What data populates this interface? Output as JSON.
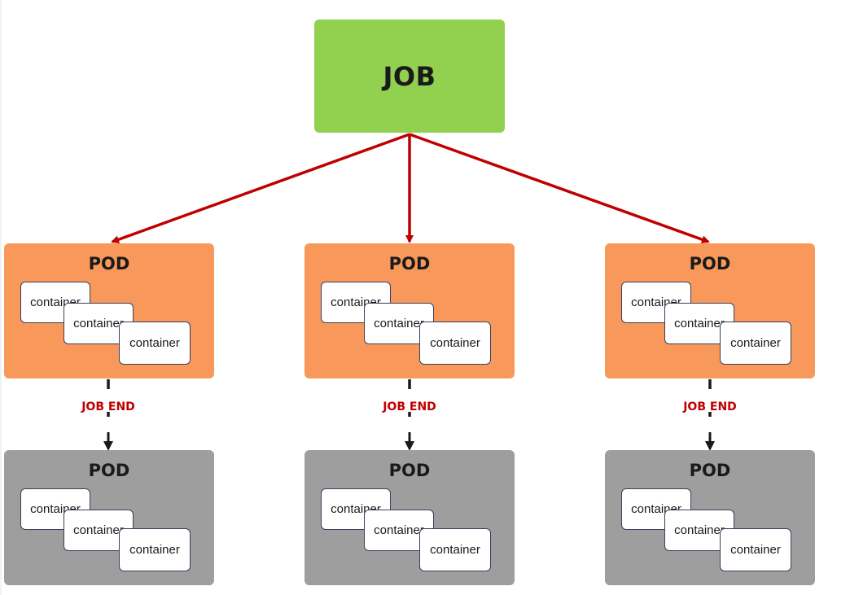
{
  "job": {
    "label": "JOB"
  },
  "columns": [
    {
      "running_pod": {
        "title": "POD",
        "containers": [
          "container",
          "container",
          "container"
        ]
      },
      "end_label": "JOB END",
      "finished_pod": {
        "title": "POD",
        "containers": [
          "container",
          "container",
          "container"
        ]
      }
    },
    {
      "running_pod": {
        "title": "POD",
        "containers": [
          "container",
          "container",
          "container"
        ]
      },
      "end_label": "JOB END",
      "finished_pod": {
        "title": "POD",
        "containers": [
          "container",
          "container",
          "container"
        ]
      }
    },
    {
      "running_pod": {
        "title": "POD",
        "containers": [
          "container",
          "container",
          "container"
        ]
      },
      "end_label": "JOB END",
      "finished_pod": {
        "title": "POD",
        "containers": [
          "container",
          "container",
          "container"
        ]
      }
    }
  ],
  "colors": {
    "job": "#92d050",
    "running_pod": "#f8985a",
    "finished_pod": "#9e9e9e",
    "connector": "#c00000",
    "end_label": "#c00000"
  }
}
